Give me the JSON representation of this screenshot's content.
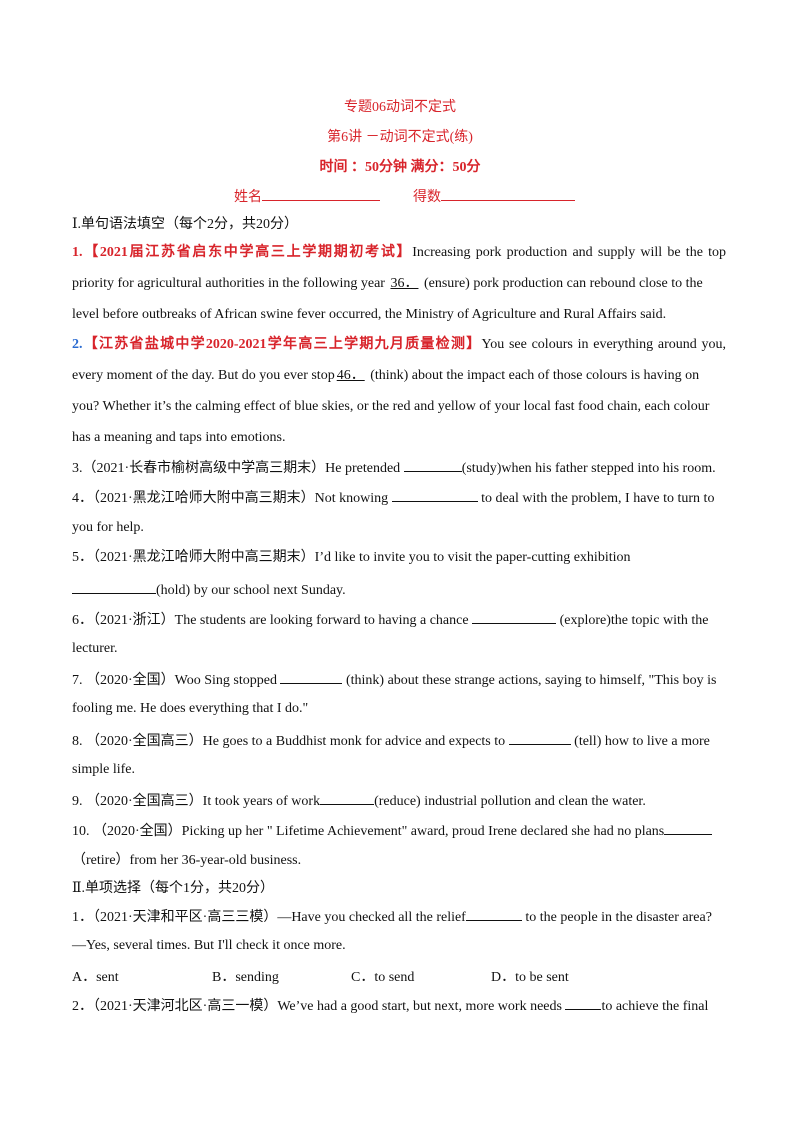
{
  "header": {
    "title": "专题06动词不定式",
    "subtitle": "第6讲 －动词不定式(练)",
    "time_info": "时间 ：50分钟  满分：50分",
    "name_label": "姓名",
    "score_label": "得数"
  },
  "section1": {
    "heading": "Ⅰ.单句语法填空（每个2分，共20分）",
    "q1": {
      "num": "1.",
      "source": "【2021届江苏省启东中学高三上学期期初考试】",
      "l1": "Increasing pork production and supply will be the top",
      "l2a": "priority for agricultural authorities in the following year",
      "blank": "36．",
      "l2b": "(ensure) pork production can rebound close to the",
      "l3": "level before outbreaks of African swine fever occurred, the Ministry of Agriculture and Rural Affairs said."
    },
    "q2": {
      "num": "2.",
      "source": "【江苏省盐城中学2020-2021学年高三上学期九月质量检测】",
      "l1": "You see colours in everything around you,",
      "l2a": "every moment of the day. But do you ever stop",
      "blank": "46．",
      "l2b": "(think) about the impact each of those colours is having on",
      "l3": "you? Whether it’s the calming effect of blue skies, or the red and yellow of your local fast food chain, each colour",
      "l4": "has a meaning and taps into emotions."
    },
    "q3": {
      "pre": "3.（2021·长春市榆树高级中学高三期末）He pretended ",
      "post": "(study)when his father stepped into his room."
    },
    "q4": {
      "pre": "4．（2021·黑龙江哈师大附中高三期末）Not knowing ",
      "post": " to deal with the problem, I have to turn to",
      "l2": "you for help."
    },
    "q5": {
      "l1": "5．（2021·黑龙江哈师大附中高三期末）I’d like to invite you to visit the paper-cutting exhibition",
      "post": "(hold) by our school next Sunday."
    },
    "q6": {
      "pre": "6．（2021·浙江）The students are looking forward to having a chance ",
      "post": " (explore)the topic with the",
      "l2": "lecturer."
    },
    "q7": {
      "pre": "7. （2020·全国）Woo Sing stopped ",
      "post": " (think) about these strange actions, saying to himself, \"This boy is",
      "l2": "fooling me. He does everything that I do.\""
    },
    "q8": {
      "pre": "8. （2020·全国高三）He goes to a Buddhist monk for advice and expects to ",
      "post": " (tell) how to live a more",
      "l2": "simple life."
    },
    "q9": {
      "pre": "9. （2020·全国高三）It took years of work",
      "post": "(reduce) industrial pollution and clean the water."
    },
    "q10": {
      "pre": "10. （2020·全国）Picking up her \" Lifetime Achievement\" award, proud Irene declared she had no plans",
      "l2": "（retire）from her 36-year-old business."
    }
  },
  "section2": {
    "heading": "Ⅱ.单项选择（每个1分，共20分）",
    "q1": {
      "pre": "1．（2021·天津和平区·高三三模）—Have you checked all the relief",
      "post": " to the people in the disaster area?",
      "l2": "—Yes, several times. But I'll check it once more.",
      "options": [
        "A．sent",
        "B．sending",
        "C．to send",
        "D．to be sent"
      ]
    },
    "q2": {
      "pre": "2．（2021·天津河北区·高三一模）We’ve had a good start, but next, more work needs ",
      "post": "to achieve the final"
    }
  }
}
